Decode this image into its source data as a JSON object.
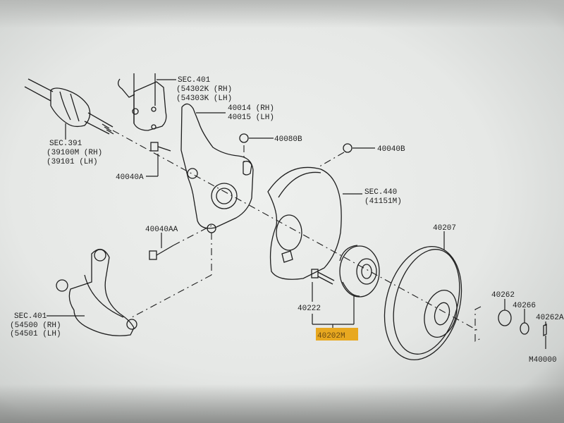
{
  "diagram": {
    "highlight_color": "#e8a820",
    "labels": {
      "sec401_upper": "SEC.401",
      "sec401_upper_rh": "(54302K (RH)",
      "sec401_upper_lh": "(54303K (LH)",
      "knuckle_rh": "40014 (RH)",
      "knuckle_lh": "40015 (LH)",
      "sec391": "SEC.391",
      "sec391_rh": "(39100M (RH)",
      "sec391_lh": "(39101  (LH)",
      "bolt_40040a": "40040A",
      "nut_40080b": "40080B",
      "nut_40040b": "40040B",
      "sec440": "SEC.440",
      "sec440_part": "(41151M)",
      "rotor": "40207",
      "bolt_40040aa": "40040AA",
      "sec401_lower": "SEC.401",
      "sec401_lower_rh": "(54500 (RH)",
      "sec401_lower_lh": "(54501 (LH)",
      "bolt_40222": "40222",
      "hub_40202m": "40202M",
      "nut_40262": "40262",
      "washer_40266": "40266",
      "pin_40262a": "40262A",
      "m40000": "M40000"
    }
  }
}
